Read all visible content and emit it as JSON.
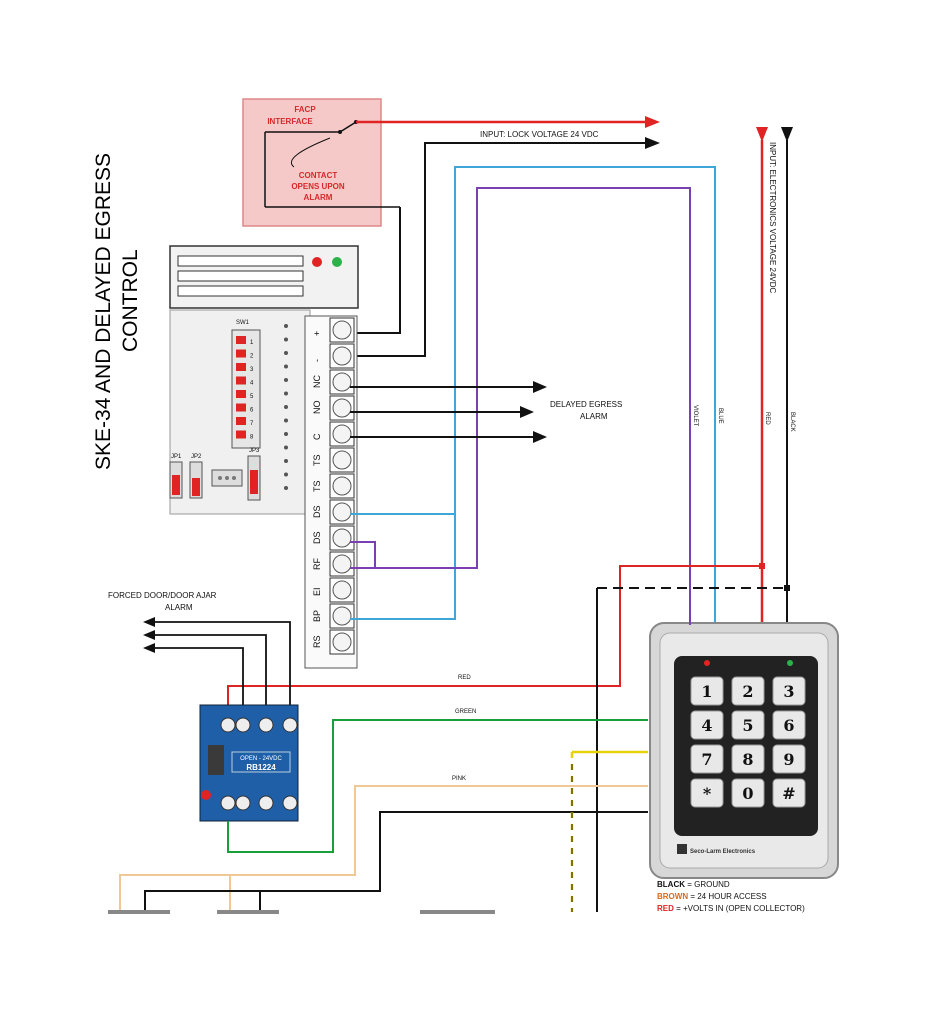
{
  "title": "SKE-34 AND DELAYED EGRESS CONTROL",
  "facp": {
    "label": "FACP INTERFACE",
    "contact_note": "CONTACT OPENS UPON ALARM"
  },
  "inputs": {
    "lock_voltage": "INPUT: LOCK VOLTAGE 24 VDC",
    "electronics_voltage": "INPUT: ELECTRONICS VOLTAGE 24VDC"
  },
  "controller": {
    "switch_label": "SW1",
    "dip_numbers": [
      "1",
      "2",
      "3",
      "4",
      "5",
      "6",
      "7",
      "8"
    ],
    "terminals": [
      "+",
      "-",
      "NC",
      "NO",
      "C",
      "TS",
      "TS",
      "DS",
      "DS",
      "RF",
      "EI",
      "BP",
      "RS"
    ],
    "jumpers": [
      "JP1",
      "JP2",
      "JP3"
    ]
  },
  "delayed_egress_alarm": "DELAYED EGRESS ALARM",
  "forced_door_alarm": "FORCED DOOR/DOOR AJAR ALARM",
  "relay": {
    "model": "RB1224",
    "sub": "OPEN - 24VDC"
  },
  "wire_labels": {
    "violet": "VIOLET",
    "blue": "BLUE",
    "red_vertical": "RED",
    "black_vertical": "BLACK",
    "red": "RED",
    "green": "GREEN",
    "pink": "PINK"
  },
  "keypad": {
    "keys": [
      "1",
      "2",
      "3",
      "4",
      "5",
      "6",
      "7",
      "8",
      "9",
      "*",
      "0",
      "#"
    ],
    "brand": "Seco-Larm Electronics"
  },
  "legend": {
    "black_term": "BLACK",
    "black_desc": " = GROUND",
    "brown_term": "BROWN",
    "brown_desc": " = 24 HOUR ACCESS",
    "red_term": "RED",
    "red_desc": " = +VOLTS IN (OPEN COLLECTOR)"
  },
  "colors": {
    "red": "#e02424",
    "black": "#111111",
    "blue": "#3fa6d8",
    "violet": "#7a3fb0",
    "green": "#1a9e3a",
    "pink": "#f0c896",
    "yellow": "#e6d20a",
    "facp_fill": "#f6c9c9"
  }
}
